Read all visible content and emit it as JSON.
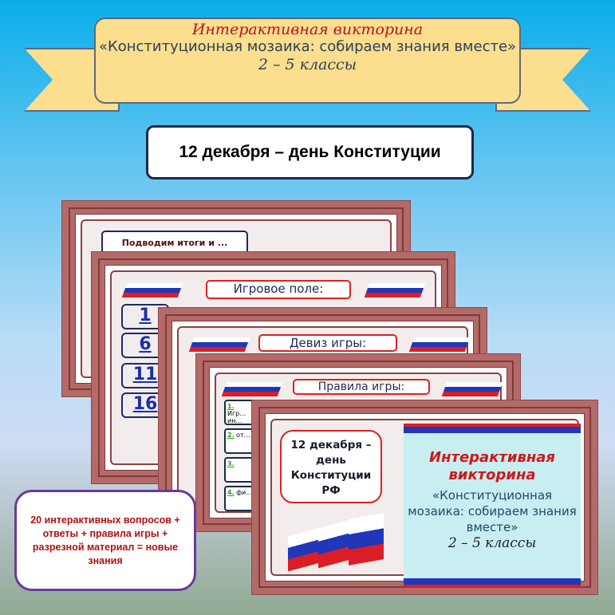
{
  "banner": {
    "line1": "Интерактивная викторина",
    "line2": "«Конституционная мозаика: собираем знания вместе»",
    "line3": "2 – 5 классы"
  },
  "date_title": "12 декабря – день Конституции",
  "slides": {
    "summary": {
      "header": "Подводим итоги и ..."
    },
    "field": {
      "header": "Игровое поле:",
      "numbers": [
        "1",
        "6",
        "11",
        "16"
      ]
    },
    "motto": {
      "header": "Девиз игры:"
    },
    "rules": {
      "header": "Правила игры:",
      "items": [
        {
          "num": "1.",
          "text": "Игр… ин…"
        },
        {
          "num": "2.",
          "text": "от…"
        },
        {
          "num": "3.",
          "text": ""
        },
        {
          "num": "4.",
          "text": "фи…"
        }
      ]
    },
    "cover": {
      "date": "12 декабря – день Конституции РФ",
      "title1": "Интерактивная викторина",
      "title2": "«Конституционная мозаика: собираем знания вместе»",
      "grades": "2 – 5 классы"
    }
  },
  "promo": "20 интерактивных вопросов + ответы + правила игры + разрезной материал = новые знания"
}
